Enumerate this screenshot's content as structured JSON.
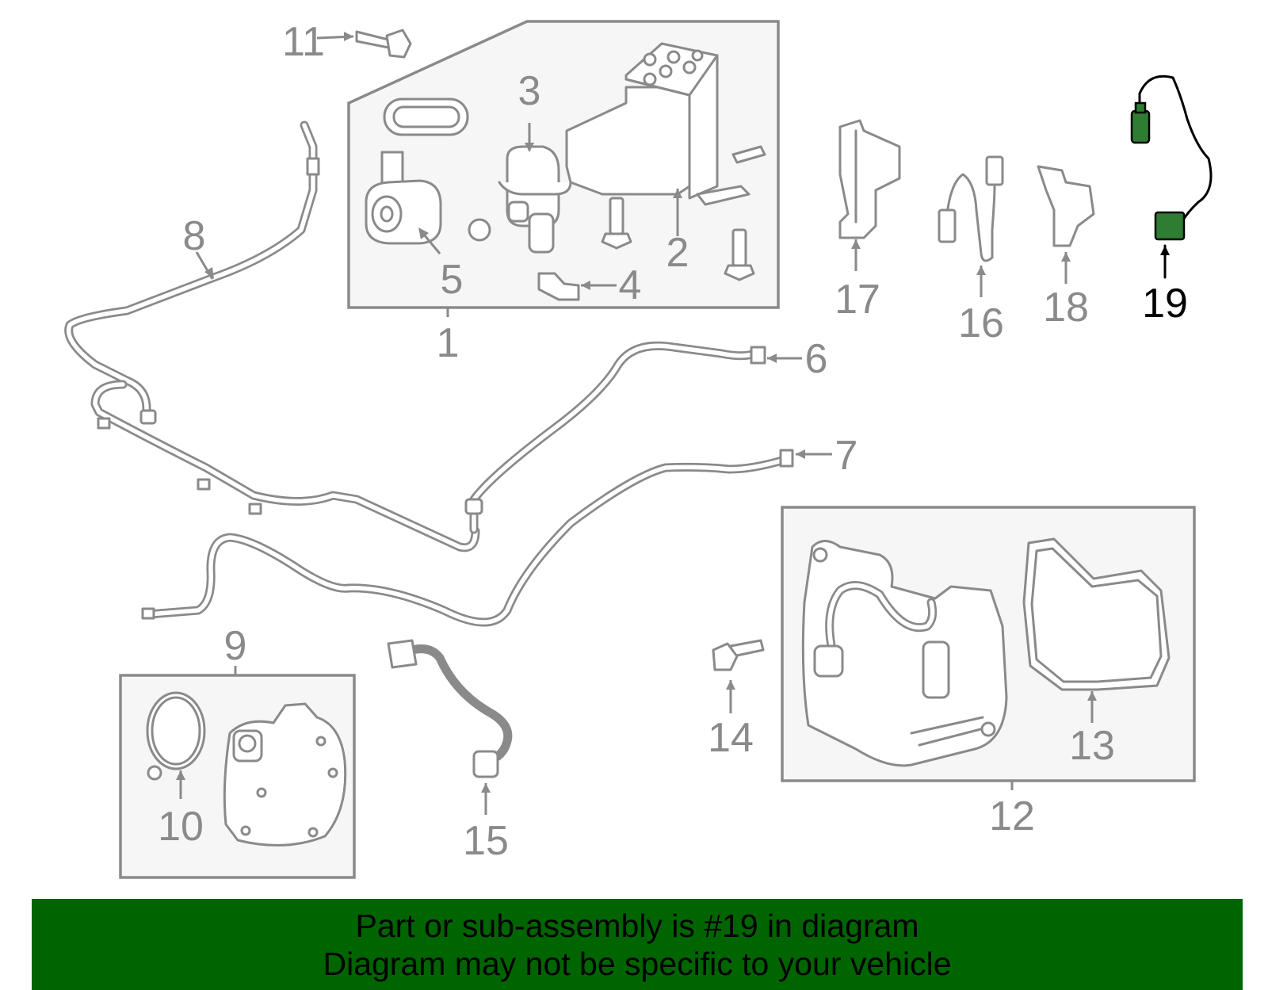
{
  "diagram": {
    "callouts": {
      "c1": "1",
      "c2": "2",
      "c3": "3",
      "c4": "4",
      "c5": "5",
      "c6": "6",
      "c7": "7",
      "c8": "8",
      "c9": "9",
      "c10": "10",
      "c11": "11",
      "c12": "12",
      "c13": "13",
      "c14": "14",
      "c15": "15",
      "c16": "16",
      "c17": "17",
      "c18": "18",
      "c19": "19"
    },
    "highlighted_part": "19",
    "highlight_color": "#2e7d32",
    "line_color": "#8a8a8a"
  },
  "banner": {
    "line1": "Part or sub-assembly is #19 in diagram",
    "line2": "Diagram may not be specific to your vehicle",
    "background": "#006400"
  }
}
